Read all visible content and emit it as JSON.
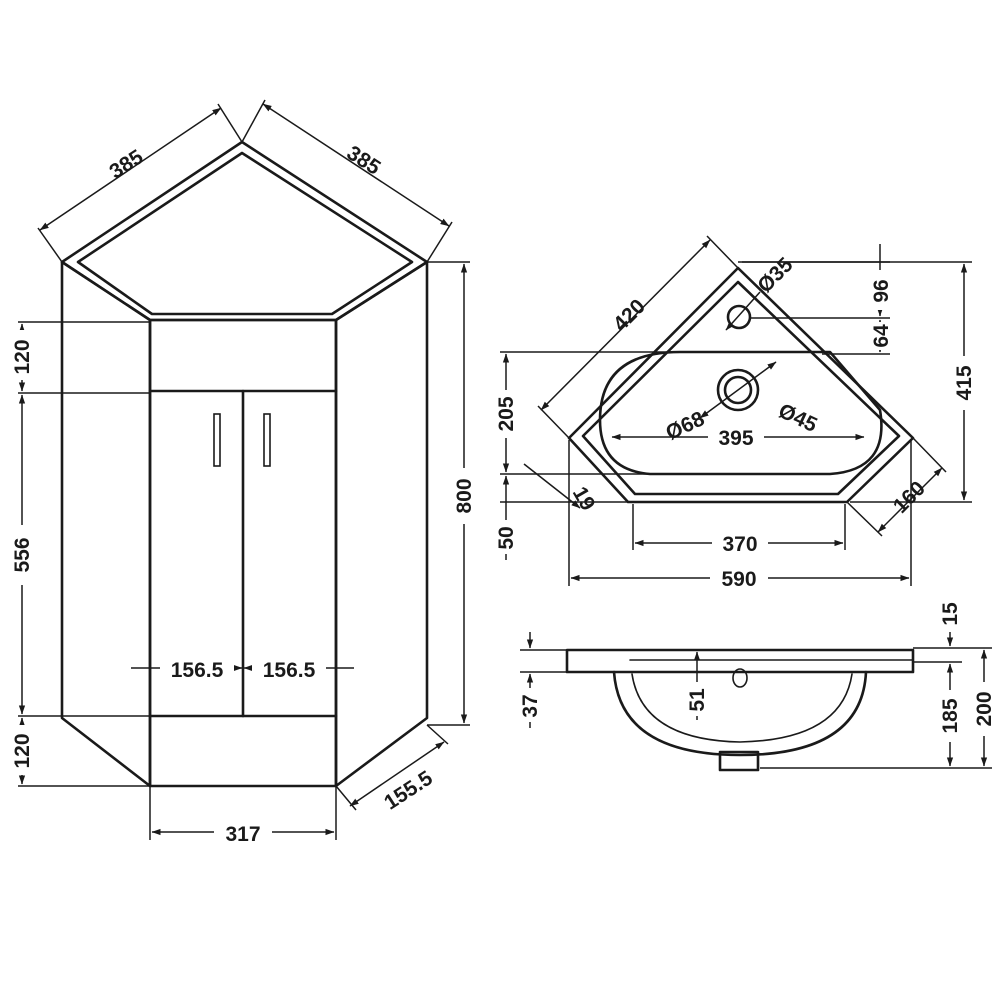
{
  "cabinet": {
    "top_left_width": "385",
    "top_right_width": "385",
    "drawer_height": "120",
    "door_height": "556",
    "plinth_height": "120",
    "total_height": "800",
    "door_left_width": "156.5",
    "door_right_width": "156.5",
    "front_width": "317",
    "side_depth": "155.5"
  },
  "basin_plan": {
    "side_length": "420",
    "tap_hole": "Ø35",
    "tap_offset_top": "96",
    "tap_offset_inner": "64",
    "overall_depth": "415",
    "bowl_depth": "205",
    "waste_outer": "Ø68",
    "waste_inner": "Ø45",
    "bowl_width": "395",
    "rim_left": "19",
    "rim_right": "160",
    "front_depth": "50",
    "front_inner_width": "370",
    "front_overall_width": "590"
  },
  "basin_side": {
    "rim_thickness": "15",
    "rim_left": "37",
    "tap_hole_depth": "51",
    "bowl_height": "185",
    "overall_height": "200"
  }
}
